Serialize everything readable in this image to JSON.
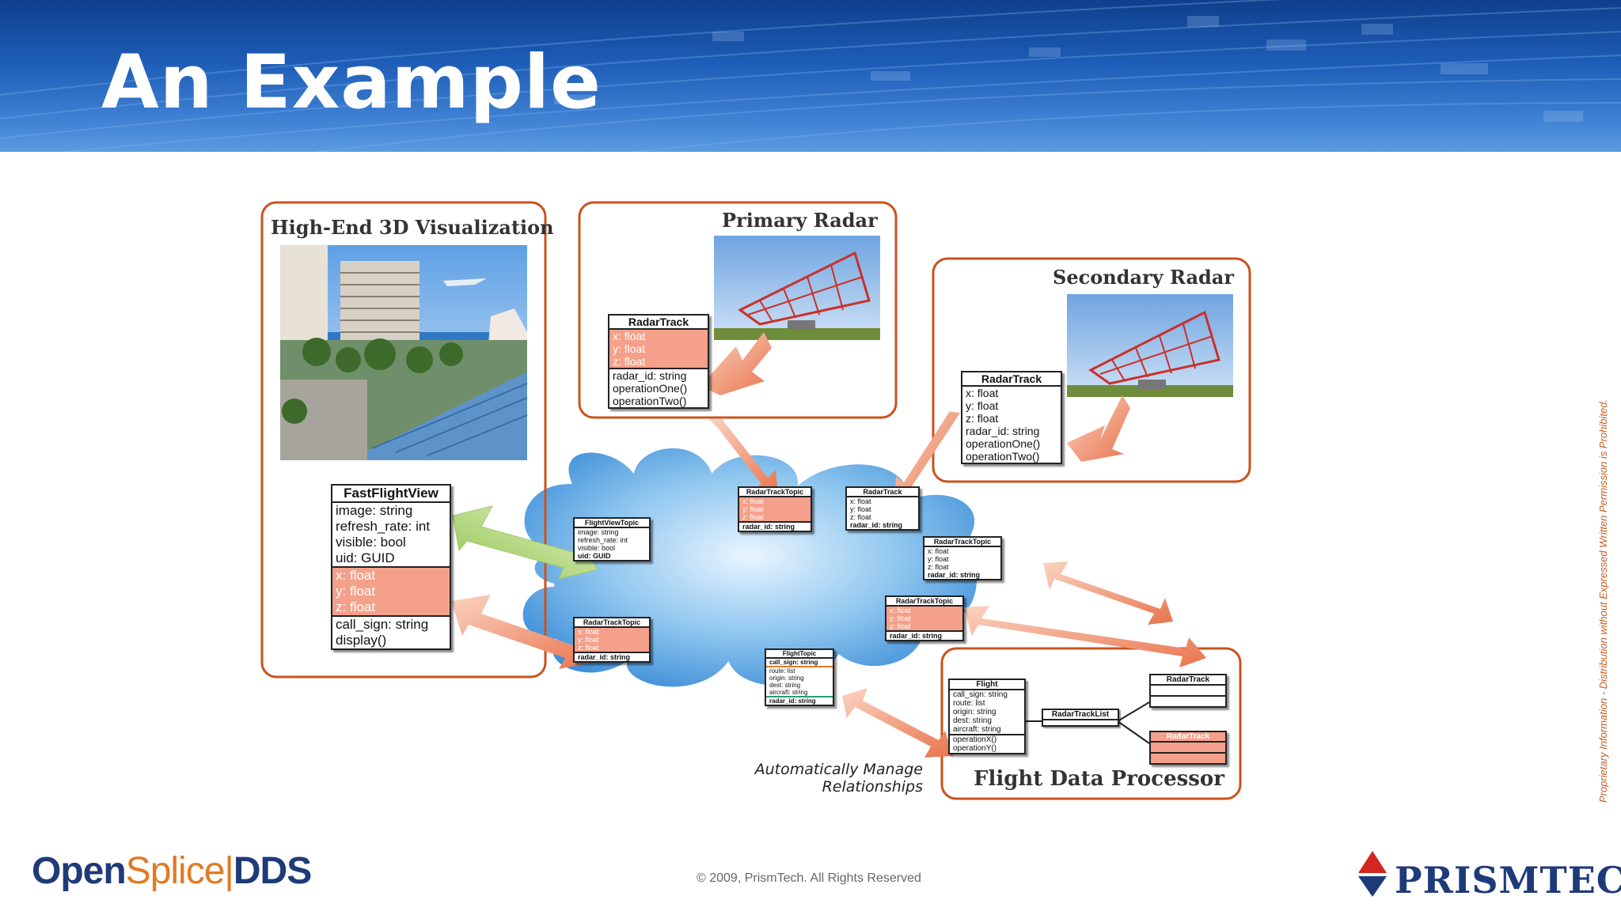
{
  "slide": {
    "title": "An Example",
    "copyright": "© 2009, PrismTech. All Rights Reserved",
    "side_note": "Proprietary Information - Distribution without Expressed Written Permission is Prohibited.",
    "logo_left": {
      "part1": "Open",
      "part2": "Splice",
      "separator": "|",
      "part3": "DDS"
    },
    "logo_right": "PRISMTECH"
  },
  "diagram": {
    "groups": {
      "visualization": "High-End 3D Visualization",
      "primary_radar": "Primary Radar",
      "secondary_radar": "Secondary Radar",
      "fdp": "Flight Data Processor"
    },
    "caption": {
      "line1": "Automatically Manage",
      "line2": "Relationships"
    },
    "classes": {
      "fastflightview": {
        "name": "FastFlightView",
        "attrs1": [
          "image: string",
          "refresh_rate: int",
          "visible: bool",
          "uid: GUID"
        ],
        "attrs2": [
          "x: float",
          "y: float",
          "z: float"
        ],
        "attrs3": [
          "call_sign: string",
          "display()"
        ]
      },
      "primary_radartrack": {
        "name": "RadarTrack",
        "attrs1": [
          "x: float",
          "y: float",
          "z: float"
        ],
        "attrs2": [
          "radar_id: string",
          "operationOne()",
          "operationTwo()"
        ]
      },
      "secondary_radartrack": {
        "name": "RadarTrack",
        "attrs1": [
          "x: float",
          "y: float",
          "z: float",
          "radar_id: string",
          "operationOne()",
          "operationTwo()"
        ]
      },
      "flightviewtopic": {
        "name": "FlightViewTopic",
        "attrs1": [
          "image: string",
          "refresh_rate: int",
          "visible: bool"
        ],
        "key": "uid: GUID"
      },
      "radartracktopic_left": {
        "name": "RadarTrackTopic",
        "attrs1": [
          "x: float",
          "y: float",
          "z: float"
        ],
        "key": "radar_id: string"
      },
      "radartracktopic_top": {
        "name": "RadarTrackTopic",
        "attrs1": [
          "x: float",
          "y: float",
          "z: float"
        ],
        "key": "radar_id: string"
      },
      "radartrack_cloud": {
        "name": "RadarTrack",
        "attrs1": [
          "x: float",
          "y: float",
          "z: float"
        ],
        "key": "radar_id: string"
      },
      "radartracktopic_right": {
        "name": "RadarTrackTopic",
        "attrs1": [
          "x: float",
          "y: float",
          "z: float"
        ],
        "key": "radar_id: string"
      },
      "radartracktopic_right2": {
        "name": "RadarTrackTopic",
        "attrs1": [
          "x: float",
          "y: float",
          "z: float"
        ],
        "key": "radar_id: string"
      },
      "flighttopic": {
        "name": "FlightTopic",
        "key1": "call_sign: string",
        "attrs1": [
          "route: list",
          "origin: string",
          "dest: string",
          "aircraft: string"
        ],
        "key2": "radar_id: string"
      },
      "flight": {
        "name": "Flight",
        "attrs1": [
          "call_sign: string",
          "route: list",
          "origin: string",
          "dest: string",
          "aircraft: string"
        ],
        "attrs2": [
          "operationX()",
          "operationY()"
        ]
      },
      "radartracklist": {
        "name": "RadarTrackList"
      },
      "fdp_radartrack1": {
        "name": "RadarTrack"
      },
      "fdp_radartrack2": {
        "name": "RadarTrack"
      }
    }
  },
  "colors": {
    "accent_orange": "#c9531c",
    "highlight": "#f5a08a",
    "cloud": "#8fc6ef",
    "arrow_orange": "#ee9070",
    "arrow_green": "#b6d97a",
    "banner_blue": "#1d5cb6"
  }
}
